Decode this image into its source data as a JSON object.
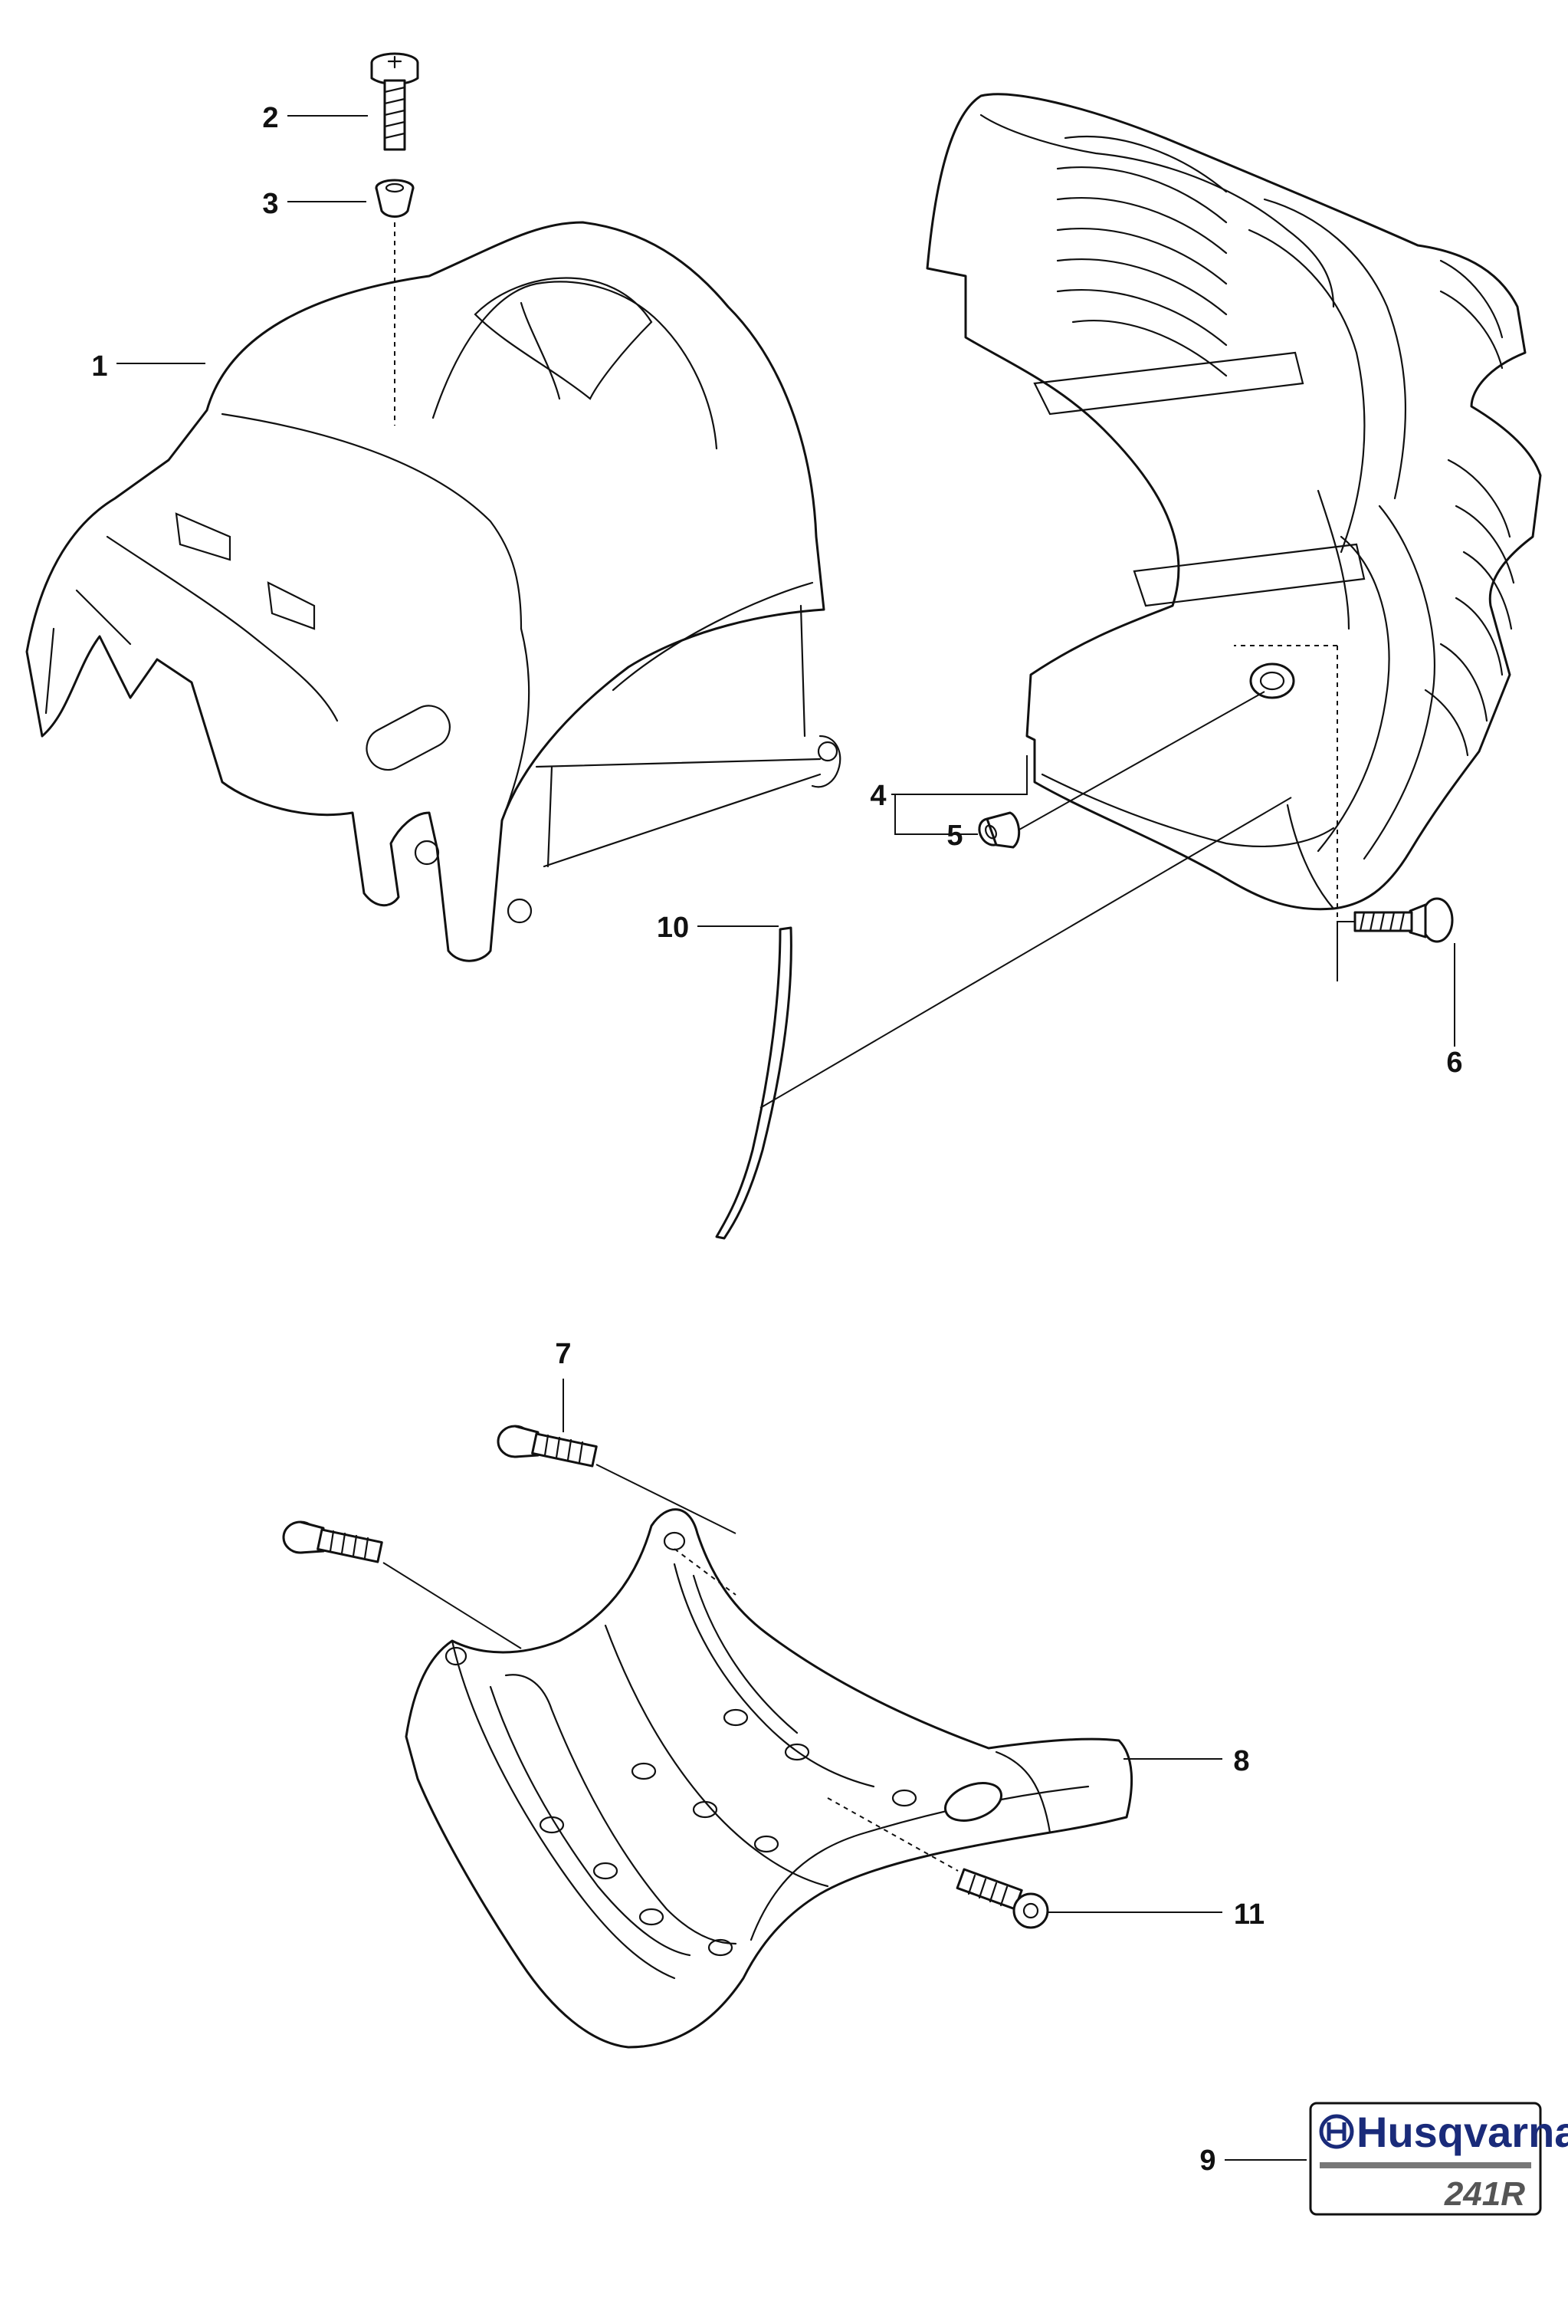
{
  "callouts": [
    "1",
    "2",
    "3",
    "4",
    "5",
    "6",
    "7",
    "8",
    "9",
    "10",
    "11"
  ],
  "decal": {
    "brand": "Husqvarna",
    "model": "241R",
    "brand_color": "#1a2b7a",
    "model_color": "#555555"
  }
}
